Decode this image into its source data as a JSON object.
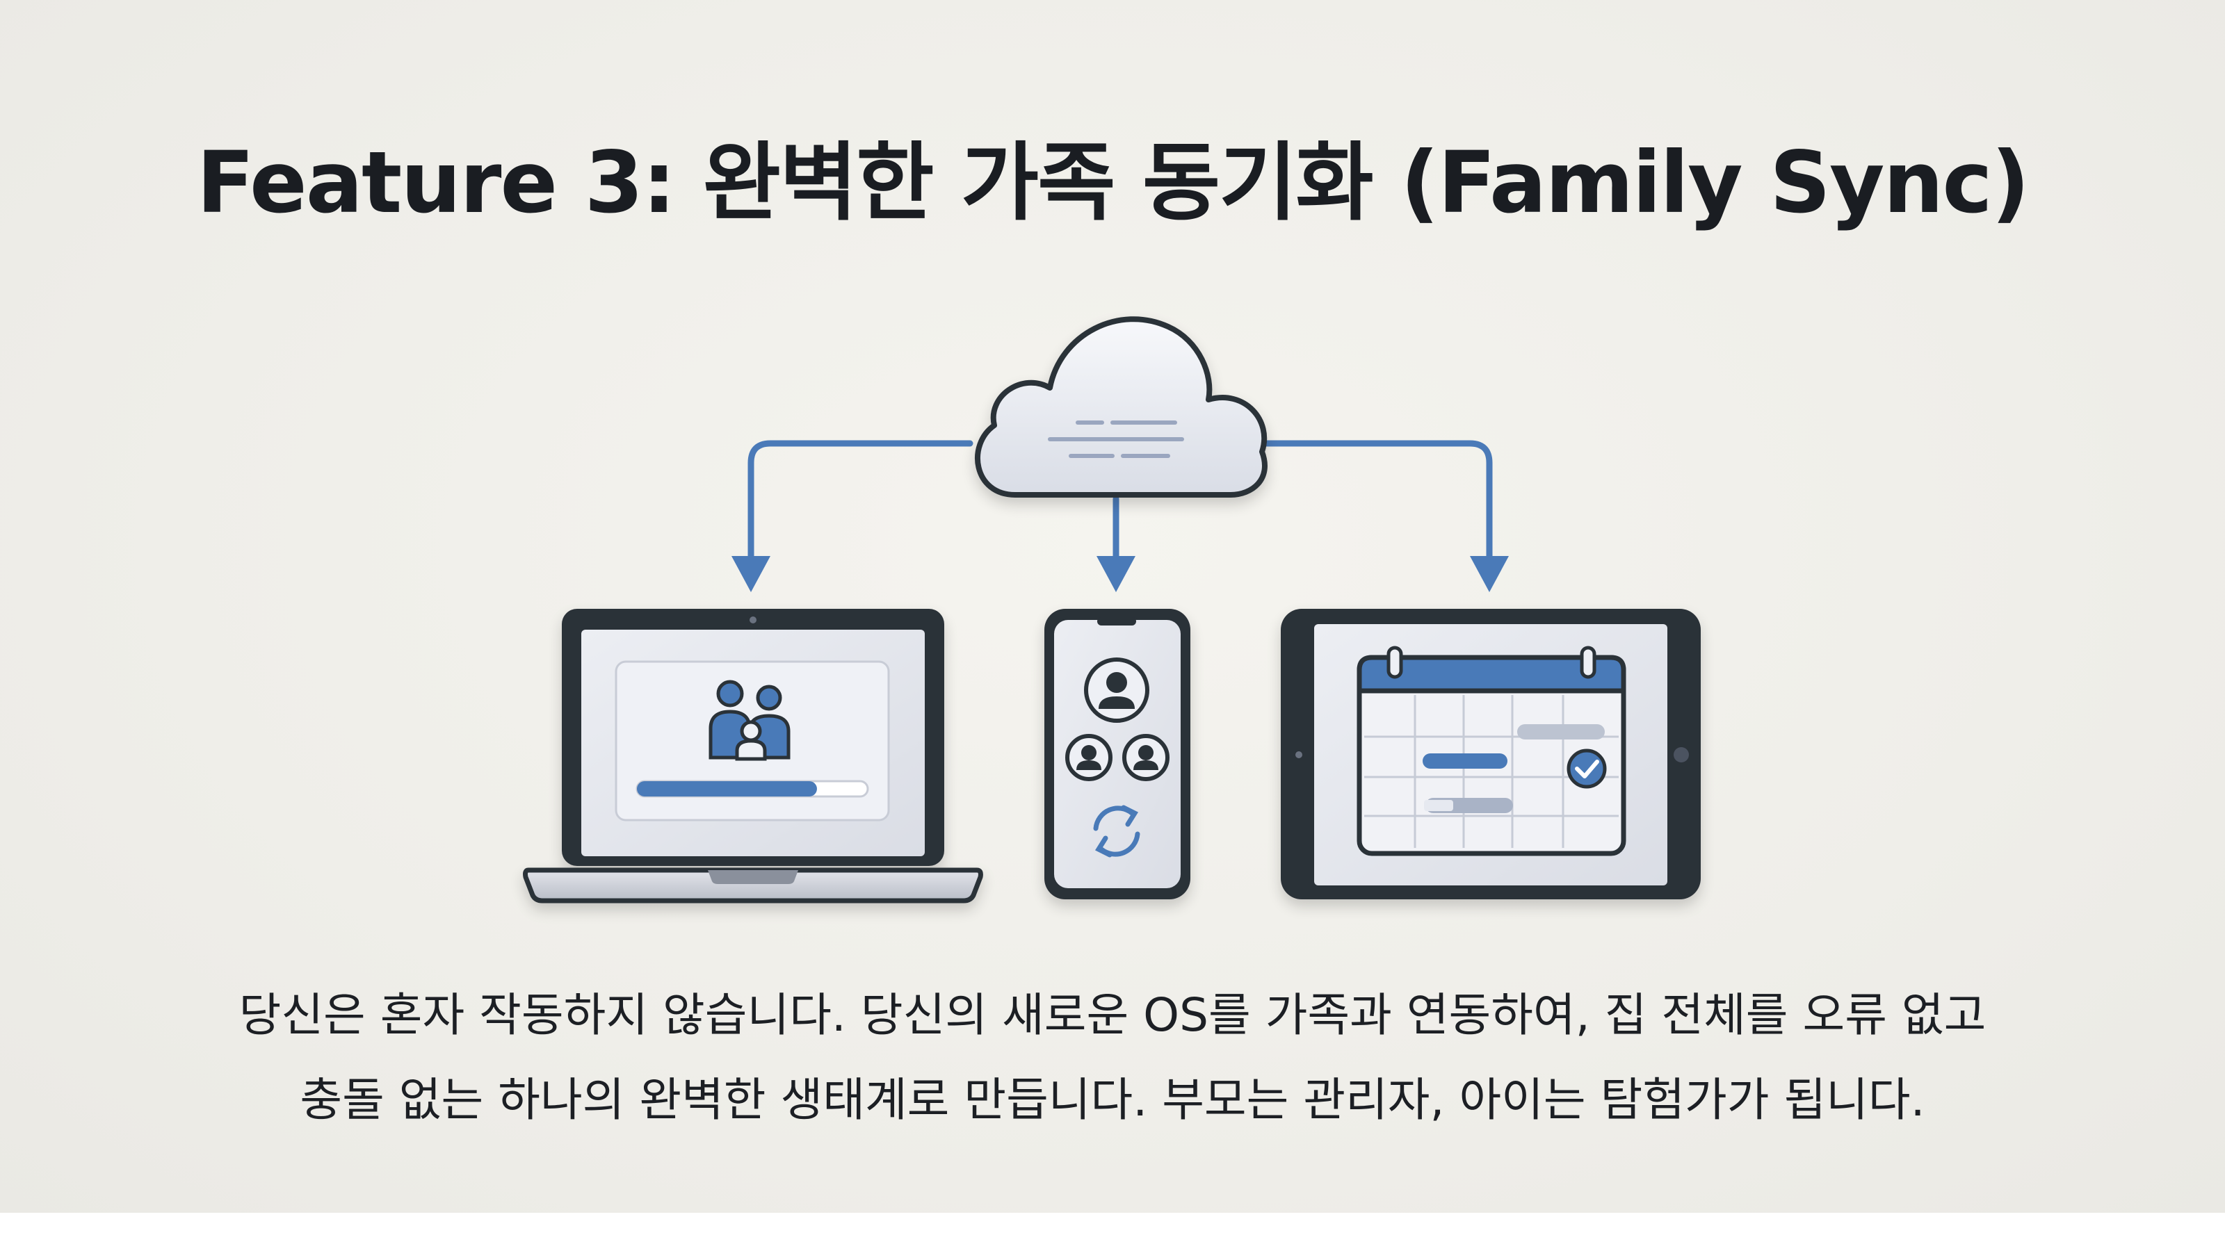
{
  "title": "Feature 3: 완벽한 가족 동기화 (Family Sync)",
  "body": {
    "line1": "당신은 혼자 작동하지 않습니다. 당신의 새로운 OS를 가족과 연동하여, 집 전체를 오류 없고",
    "line2": "충돌 없는 하나의 완벽한 생태계로 만듭니다. 부모는 관리자, 아이는 탐험가가 됩니다."
  },
  "diagram": {
    "hub": "cloud-icon",
    "devices": [
      "laptop-icon",
      "phone-icon",
      "tablet-icon"
    ],
    "laptop_progress": 0.78
  },
  "colors": {
    "accent": "#4a7ab8",
    "device_frame": "#2b3038",
    "screen": "#e6e8ee",
    "card": "#eef0f5",
    "background": "#efeee9"
  }
}
